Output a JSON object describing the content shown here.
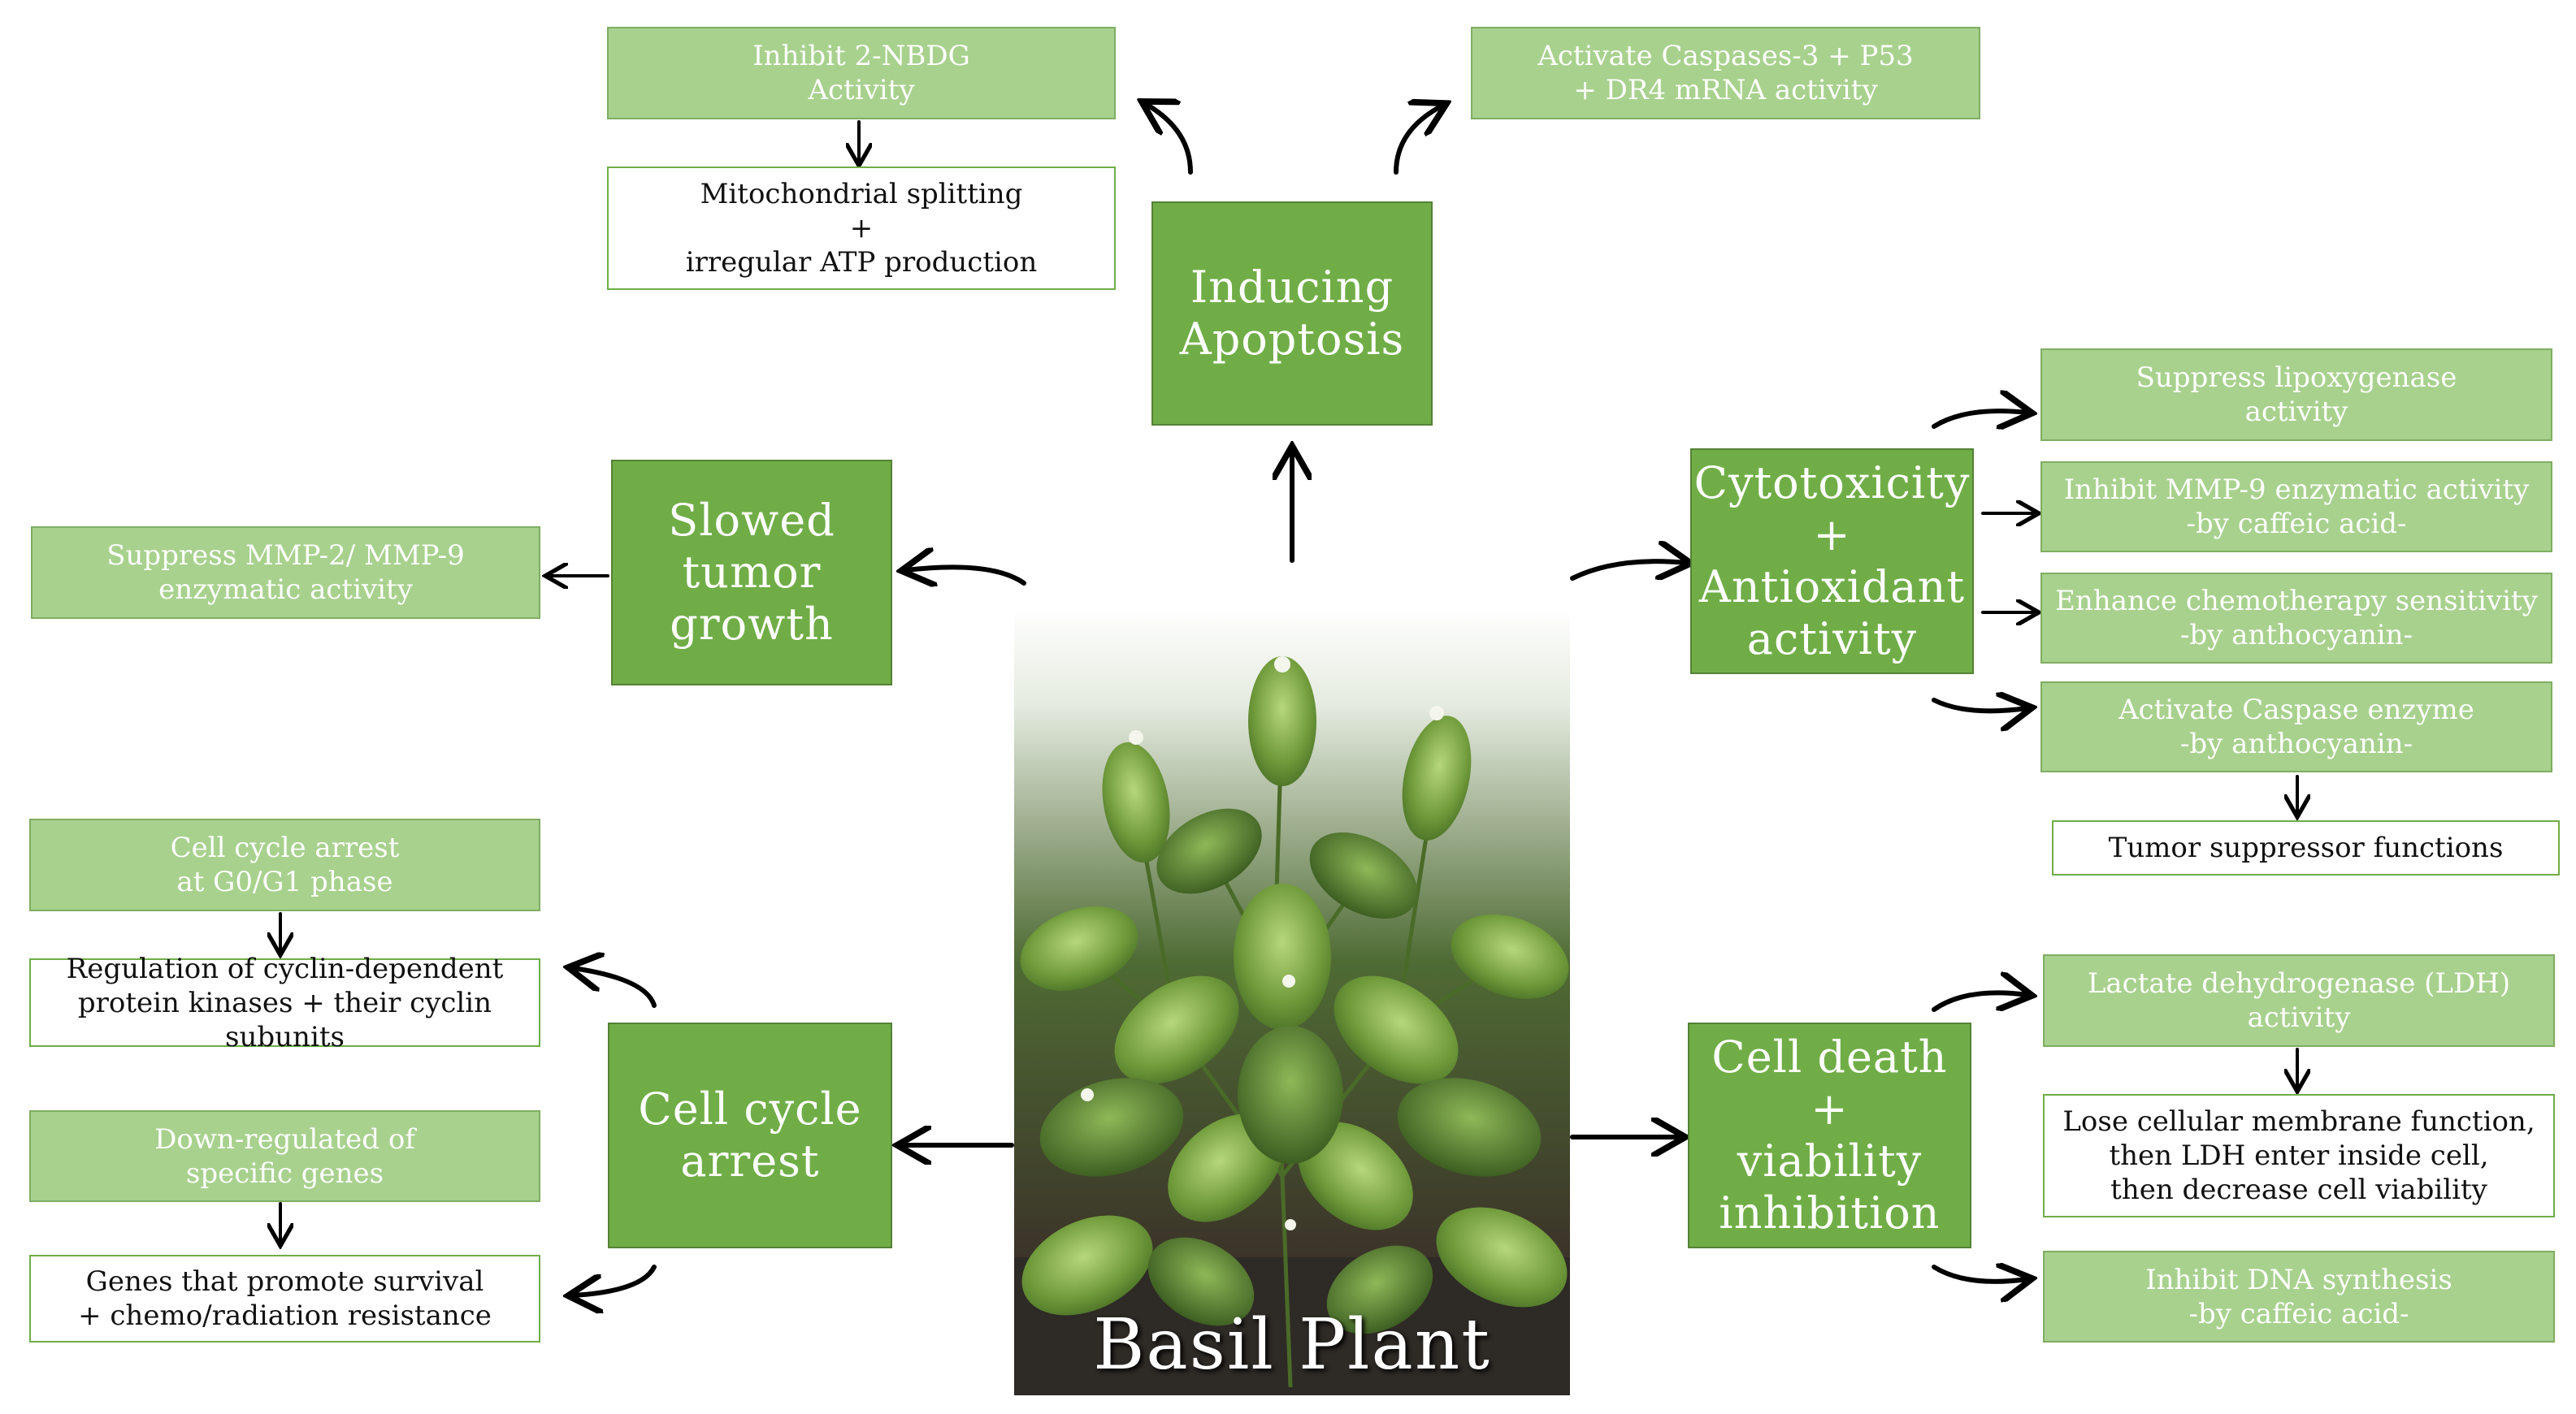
{
  "center": {
    "title": "Basil Plant"
  },
  "main_nodes": {
    "apoptosis": "Inducing\nApoptosis",
    "tumor": "Slowed\ntumor\ngrowth",
    "cytotoxicity": "Cytotoxicity\n+\nAntioxidant\nactivity",
    "cell_cycle": "Cell cycle\narrest",
    "cell_death": "Cell death\n+\nviability\ninhibition"
  },
  "apoptosis_effects": {
    "nbdg": "Inhibit 2-NBDG\nActivity",
    "mito": "Mitochondrial splitting\n+\nirregular ATP production",
    "caspases": "Activate Caspases-3 + P53\n+ DR4 mRNA activity"
  },
  "tumor_effects": {
    "mmp": "Suppress MMP-2/ MMP-9\nenzymatic activity"
  },
  "cytotoxicity_effects": {
    "lipox": "Suppress lipoxygenase\nactivity",
    "mmp9": "Inhibit  MMP-9 enzymatic activity\n-by caffeic acid-",
    "chemo": "Enhance chemotherapy sensitivity\n-by anthocyanin-",
    "caspase": "Activate Caspase enzyme\n-by anthocyanin-",
    "suppressor": "Tumor suppressor functions"
  },
  "cell_cycle_effects": {
    "g0g1": "Cell cycle arrest\nat G0/G1 phase",
    "cdk": "Regulation of cyclin-dependent\nprotein kinases + their cyclin subunits",
    "downreg": "Down-regulated of\nspecific genes",
    "genes": "Genes that promote survival\n+ chemo/radiation resistance"
  },
  "cell_death_effects": {
    "ldh": "Lactate dehydrogenase (LDH)\nactivity",
    "membrane": "Lose cellular membrane function,\nthen LDH enter inside cell,\nthen decrease  cell viability",
    "dna": "Inhibit DNA synthesis\n-by caffeic acid-"
  },
  "colors": {
    "main_green": "#70ad47",
    "light_green": "#a8d18e",
    "border_green": "#548235"
  }
}
